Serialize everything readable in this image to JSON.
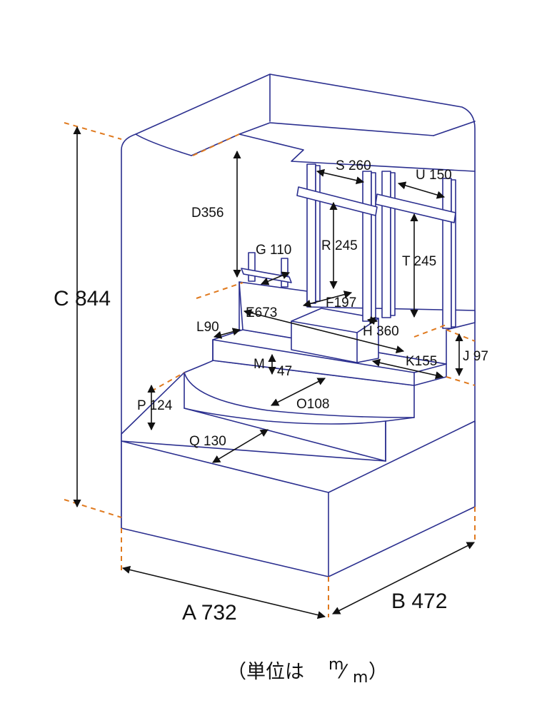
{
  "colors": {
    "outline": "#2b2f8f",
    "dashed_extension": "#e07a1f",
    "dimension": "#111111"
  },
  "labels": {
    "A": "A 732",
    "B": "B 472",
    "C": "C 844",
    "D": "D356",
    "E": "E673",
    "F": "F197",
    "G": "G 110",
    "H": "H 360",
    "J": "J 97",
    "K": "K155",
    "L": "L90",
    "M": "M",
    "M_val": "47",
    "O": "O108",
    "P": "P 124",
    "Q": "Q 130",
    "R": "R 245",
    "S": "S 260",
    "T": "T 245",
    "U": "U 150"
  },
  "unit_note": {
    "prefix": "（単位は ",
    "numerator": "m",
    "slash": "⁄",
    "denominator": "m",
    "suffix": "）"
  }
}
